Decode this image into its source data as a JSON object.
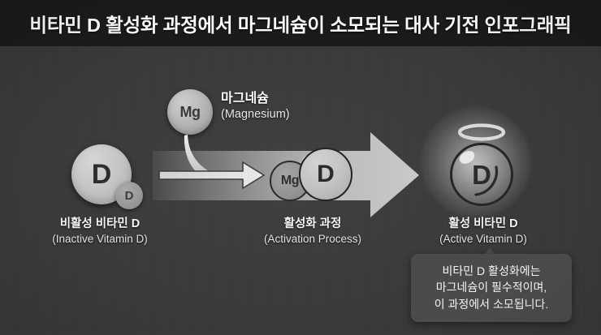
{
  "title": {
    "text": "비타민 D 활성화 과정에서 마그네슘이 소모되는 대사 기전 인포그래픽"
  },
  "magnesium_callout": {
    "symbol": "Mg",
    "name_ko": "마그네슘",
    "name_en": "(Magnesium)"
  },
  "stages": [
    {
      "id": "inactive-vitamin-d",
      "big_letter": "D",
      "small_letter": "D",
      "label_ko": "비활성 비타민 D",
      "label_en": "(Inactive Vitamin D)"
    },
    {
      "id": "activation-process",
      "mg_label": "Mg",
      "d_letter": "D",
      "label_ko": "활성화 과정",
      "label_en": "(Activation Process)"
    },
    {
      "id": "active-vitamin-d",
      "d_letter": "D",
      "label_ko": "활성 비타민 D",
      "label_en": "(Active Vitamin D)"
    }
  ],
  "callout": {
    "lines": [
      "비타민 D 활성화에는",
      "마그네슘이 필수적이며,",
      "이 과정에서 소모됩니다."
    ]
  },
  "colors": {
    "background": "#383838",
    "title_bar": "#1b1b1b",
    "title_text": "#ffffff",
    "molecule_light": "#c4c4c4",
    "molecule_mid": "#9a9a9a",
    "molecule_dark": "#2b2b2b",
    "arrow_light": "#c8c8c8",
    "arrow_dark": "#4a4a4a",
    "callout_bg": "#4b4b4b",
    "glow": "#ffffff"
  },
  "icons": {
    "big_arrow": "right-arrow-icon",
    "small_arrow": "small-right-arrow-icon",
    "swoosh": "mg-flow-swoosh-icon",
    "halo": "halo-ring-icon",
    "highlight": "specular-highlight-icon",
    "shine_arc": "shine-arc-icon"
  }
}
